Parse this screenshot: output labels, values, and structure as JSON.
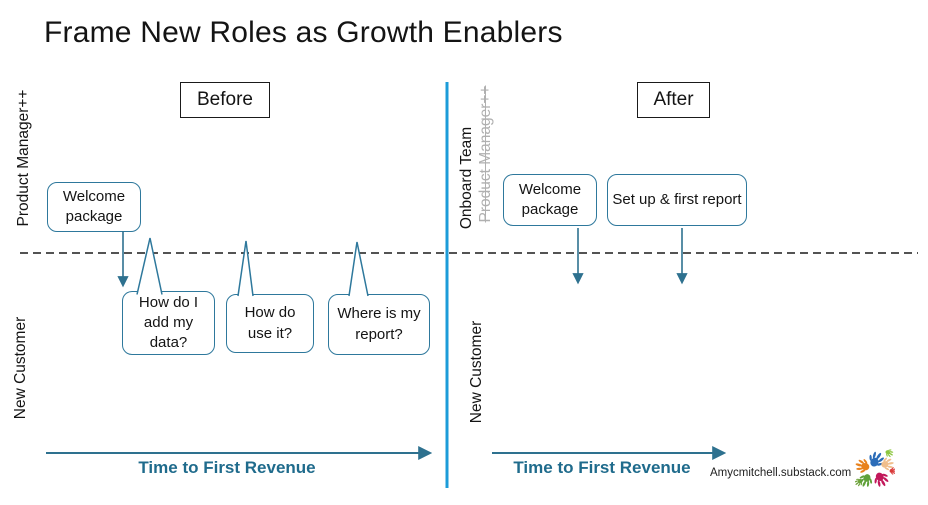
{
  "title": "Frame New Roles as Growth Enablers",
  "colors": {
    "divider_blue": "#1C9CD9",
    "shape_teal": "#2E789C",
    "arrow_teal": "#2E718F",
    "axis_label_teal": "#1F6B8C",
    "replaced_role_gray": "#B0B0B0"
  },
  "before": {
    "label": "Before",
    "role_top": "Product Manager++",
    "role_bottom": "New Customer",
    "welcome_box": "Welcome package",
    "bubbles": [
      "How do I add my data?",
      "How do use it?",
      "Where is my report?"
    ],
    "axis_label": "Time to First Revenue"
  },
  "after": {
    "label": "After",
    "role_top_new": "Onboard Team",
    "role_top_replaced": "Product Manager++",
    "role_bottom": "New Customer",
    "boxes": [
      "Welcome package",
      "Set up & first report"
    ],
    "axis_label": "Time to First Revenue"
  },
  "footer": {
    "credit": "Amycmitchell.substack.com",
    "logo": "colorful-hands-logo"
  }
}
